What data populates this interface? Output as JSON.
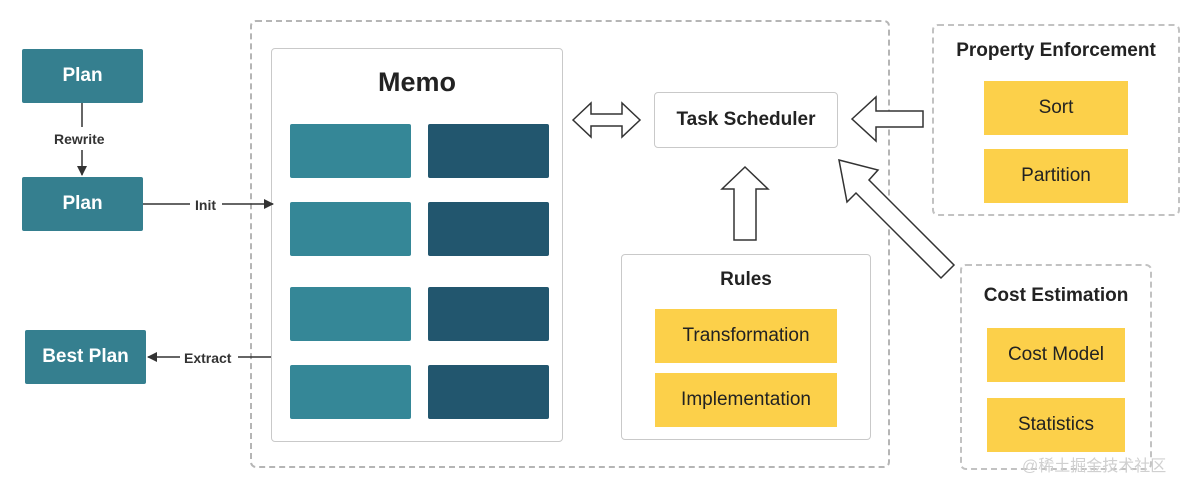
{
  "left": {
    "plan_top": "Plan",
    "rewrite": "Rewrite",
    "plan_mid": "Plan",
    "init": "Init",
    "best_plan": "Best Plan",
    "extract": "Extract"
  },
  "memo": {
    "title": "Memo"
  },
  "scheduler": {
    "label": "Task Scheduler"
  },
  "rules": {
    "title": "Rules",
    "items": [
      "Transformation",
      "Implementation"
    ]
  },
  "property": {
    "title": "Property Enforcement",
    "items": [
      "Sort",
      "Partition"
    ]
  },
  "cost": {
    "title": "Cost Estimation",
    "items": [
      "Cost Model",
      "Statistics"
    ]
  },
  "watermark": "@稀土掘金技术社区"
}
